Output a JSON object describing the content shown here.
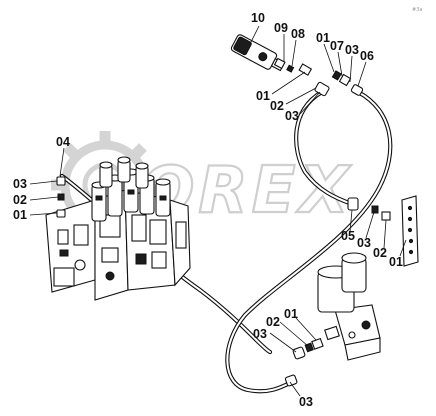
{
  "watermark": {
    "text": "OREX"
  },
  "corner_mark": "#3a",
  "callouts": [
    {
      "id": "c-10-top",
      "label": "10"
    },
    {
      "id": "c-09-top",
      "label": "09"
    },
    {
      "id": "c-08-top",
      "label": "08"
    },
    {
      "id": "c-01-top",
      "label": "01"
    },
    {
      "id": "c-07-top",
      "label": "07"
    },
    {
      "id": "c-03-top",
      "label": "03"
    },
    {
      "id": "c-06-top",
      "label": "06"
    },
    {
      "id": "c-01-mid",
      "label": "01"
    },
    {
      "id": "c-02-mid",
      "label": "02"
    },
    {
      "id": "c-03-mid",
      "label": "03"
    },
    {
      "id": "c-04-left",
      "label": "04"
    },
    {
      "id": "c-03-left",
      "label": "03"
    },
    {
      "id": "c-02-left",
      "label": "02"
    },
    {
      "id": "c-01-left",
      "label": "01"
    },
    {
      "id": "c-05-right",
      "label": "05"
    },
    {
      "id": "c-03-right",
      "label": "03"
    },
    {
      "id": "c-02-right",
      "label": "02"
    },
    {
      "id": "c-01-right",
      "label": "01"
    },
    {
      "id": "c-03-bottom",
      "label": "03"
    },
    {
      "id": "c-02-bottom",
      "label": "02"
    },
    {
      "id": "c-01-bottom",
      "label": "01"
    },
    {
      "id": "c-03-lowest",
      "label": "03"
    }
  ]
}
